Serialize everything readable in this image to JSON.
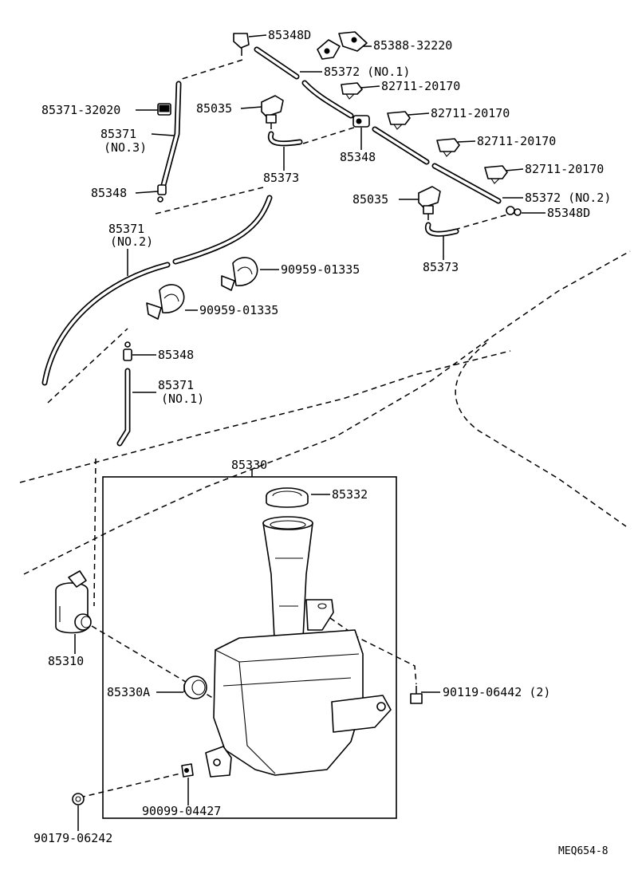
{
  "diagram_code": "MEQ654-8",
  "labels": {
    "nozzle_clip_d_top": "85348D",
    "bracket_top": "85388-32220",
    "hose_no1": "85372 (NO.1)",
    "clip_1": "82711-20170",
    "clip_2": "82711-20170",
    "clip_3": "82711-20170",
    "clip_4": "82711-20170",
    "hose_no2": "85372 (NO.2)",
    "nozzle_clip_d_right": "85348D",
    "nozzle_left": "85035",
    "nozzle_right": "85035",
    "tee_top": "85348",
    "elbow_left": "85373",
    "elbow_right": "85373",
    "grommet_left": "85371-32020",
    "hose_no3_num": "85371",
    "hose_no3_sub": "(NO.3)",
    "joint_upper": "85348",
    "hose_no2_lower_num": "85371",
    "hose_no2_lower_sub": "(NO.2)",
    "clamp_upper": "90959-01335",
    "clamp_lower": "90959-01335",
    "joint_lower": "85348",
    "hose_no1_lower_num": "85371",
    "hose_no1_lower_sub": "(NO.1)",
    "tank_assy": "85330",
    "tank_cap": "85332",
    "grommet_pump": "85330A",
    "pump": "85310",
    "bolt": "90119-06442 (2)",
    "clip_bottom": "90099-04427",
    "nut": "90179-06242"
  }
}
